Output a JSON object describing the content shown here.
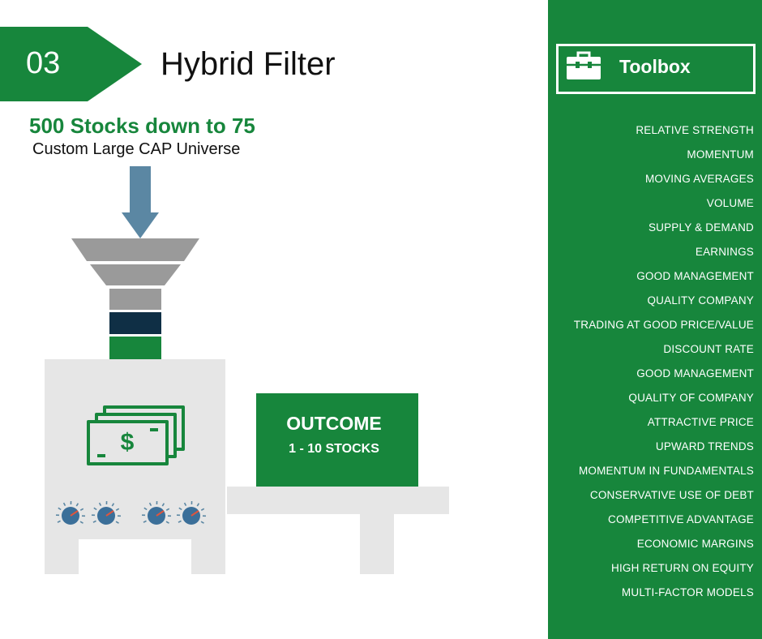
{
  "header": {
    "step_number": "03",
    "title": "Hybrid Filter"
  },
  "input": {
    "headline": "500 Stocks down to 75",
    "universe": "Custom Large CAP Universe"
  },
  "outcome": {
    "title": "OUTCOME",
    "subtitle": "1 - 10 STOCKS"
  },
  "toolbox": {
    "title": "Toolbox",
    "items": [
      "RELATIVE STRENGTH",
      "MOMENTUM",
      "MOVING AVERAGES",
      "VOLUME",
      "SUPPLY & DEMAND",
      "EARNINGS",
      "GOOD MANAGEMENT",
      "QUALITY COMPANY",
      "TRADING AT GOOD PRICE/VALUE",
      "DISCOUNT RATE",
      "GOOD MANAGEMENT",
      "QUALITY OF COMPANY",
      "ATTRACTIVE PRICE",
      "UPWARD TRENDS",
      "MOMENTUM IN FUNDAMENTALS",
      "CONSERVATIVE USE OF DEBT",
      "COMPETITIVE ADVANTAGE",
      "ECONOMIC MARGINS",
      "HIGH RETURN ON EQUITY",
      "MULTI-FACTOR MODELS"
    ]
  },
  "icons": {
    "money": "money-bills-icon",
    "toolbox": "toolbox-icon",
    "arrow": "down-arrow-icon",
    "dials": "dial-icon"
  },
  "colors": {
    "brand_green": "#17863c",
    "arrow_blue": "#5b87a3",
    "navy": "#0f2f45",
    "machine_gray": "#e6e6e6",
    "funnel_gray": "#9a9a9a"
  }
}
